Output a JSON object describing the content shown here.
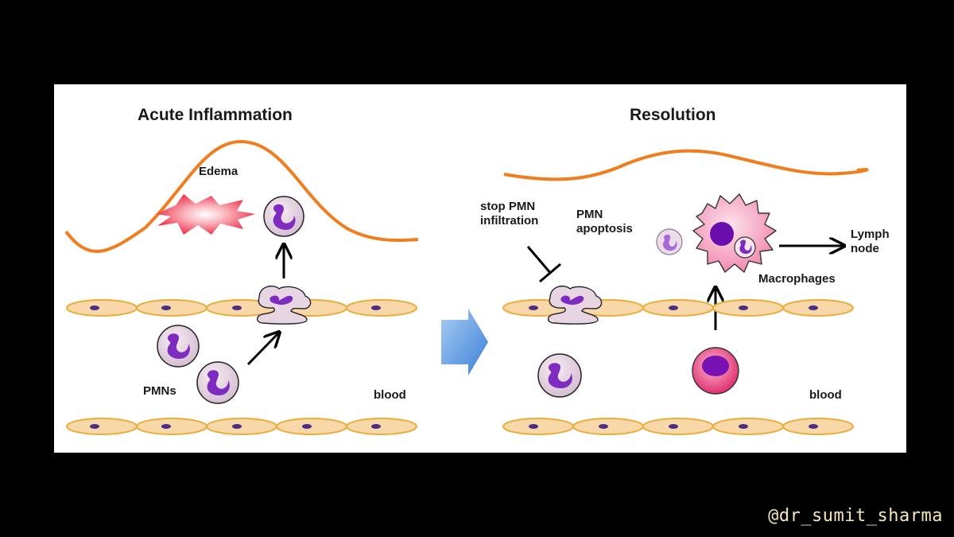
{
  "left_panel": {
    "title": "Acute Inflammation",
    "edema_label": "Edema",
    "pmns_label": "PMNs",
    "blood_label": "blood"
  },
  "right_panel": {
    "title": "Resolution",
    "stop_label": "stop PMN\ninfiltration",
    "apoptosis_label": "PMN\napoptosis",
    "macrophages_label": "Macrophages",
    "lymph_label": "Lymph\nnode",
    "blood_label": "blood"
  },
  "watermark": "@dr_sumit_sharma",
  "colors": {
    "background": "#000000",
    "panel": "#ffffff",
    "tissue_curve": "#f07d1e",
    "endothelial_fill": "#f8d7a8",
    "endothelial_stroke": "#e8ae3a",
    "nucleus": "#4b2e83",
    "pmn_fill": "#e8d5e3",
    "pmn_nucleus": "#7e2bbf",
    "macrophage_fill": "#f7a7c2",
    "monocyte_fill": "#e83b82",
    "arrow_blue": "#4a8fdd"
  }
}
